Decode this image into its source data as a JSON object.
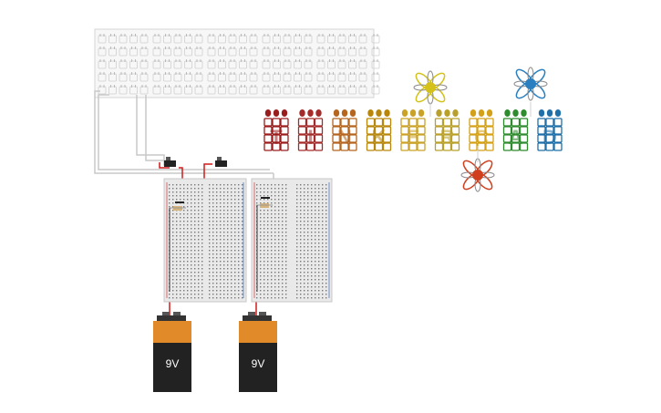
{
  "batteries": [
    {
      "label": "9V"
    },
    {
      "label": "9V"
    }
  ],
  "title_letters": [
    {
      "char": "T",
      "color": "#9b1c1c"
    },
    {
      "char": "I",
      "color": "#a52a2a"
    },
    {
      "char": "N",
      "color": "#b5651d"
    },
    {
      "char": "K",
      "color": "#b8860b"
    },
    {
      "char": "E",
      "color": "#c9a227"
    },
    {
      "char": "R",
      "color": "#b8a02a"
    },
    {
      "char": "C",
      "color": "#d4a017"
    },
    {
      "char": "A",
      "color": "#2e8b2e"
    },
    {
      "char": "D",
      "color": "#1f6fa8"
    }
  ],
  "flowers": [
    {
      "name": "yellow",
      "color": "#d4c21a"
    },
    {
      "name": "blue",
      "color": "#2a7fc0"
    },
    {
      "name": "red",
      "color": "#d0401f"
    }
  ],
  "colors": {
    "wire_red": "#d01a1a",
    "wire_gray": "#c8c8c8",
    "breadboard": "#e9e9e9",
    "battery_top": "#e08a2a",
    "battery_body": "#222222"
  }
}
